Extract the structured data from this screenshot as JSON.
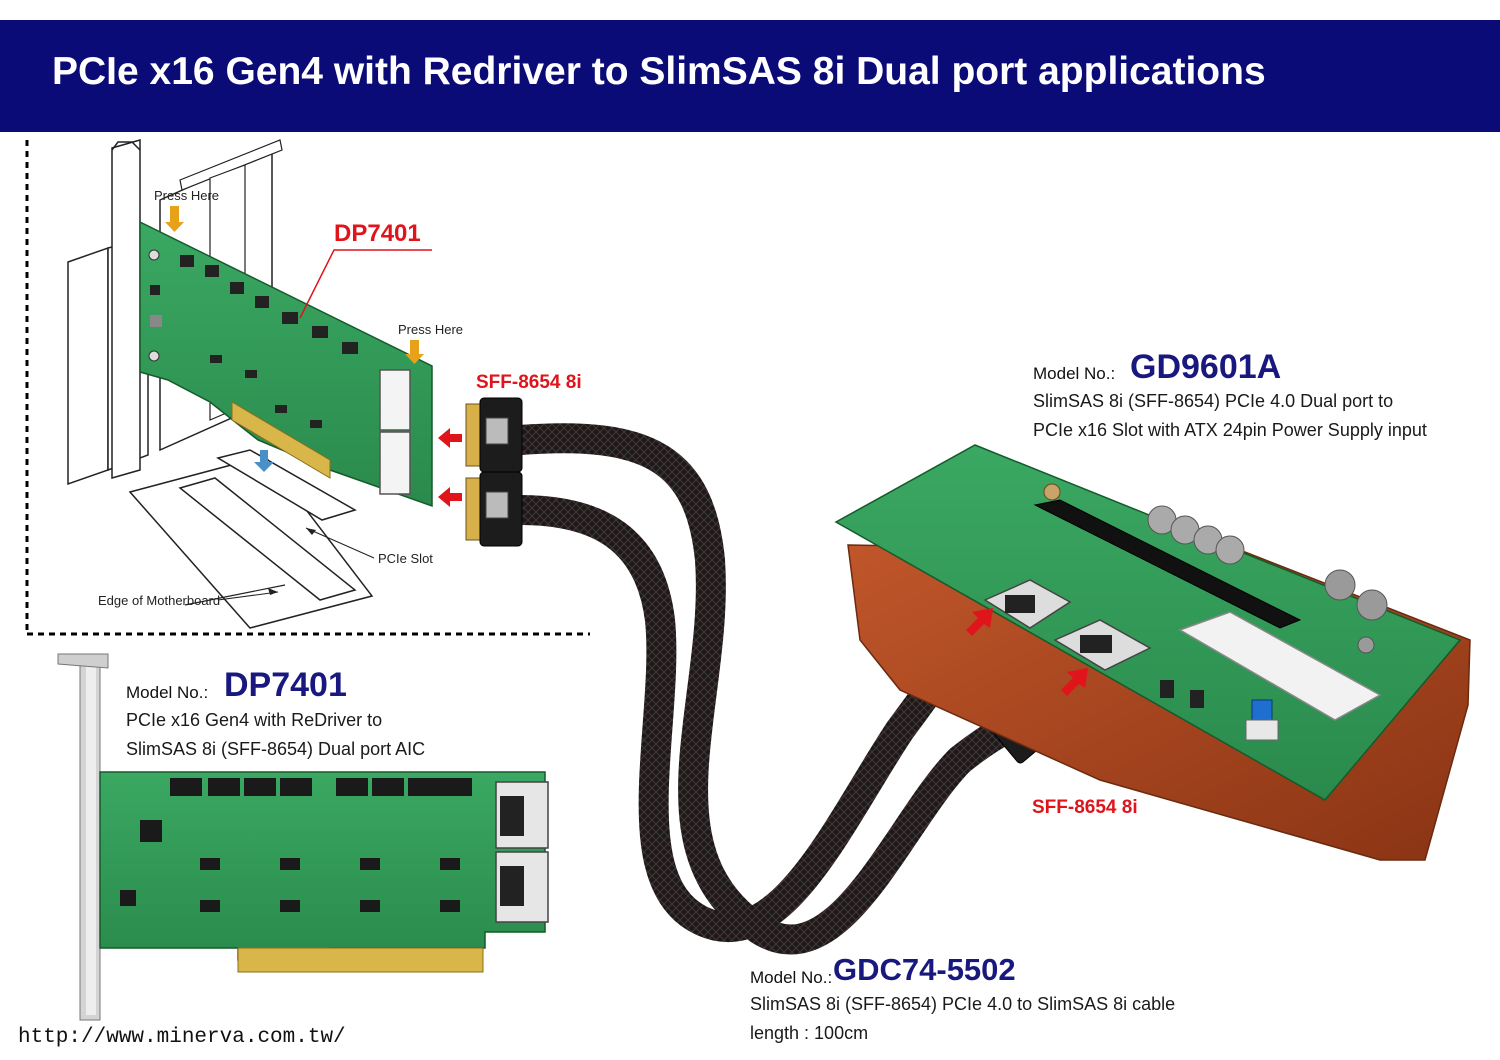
{
  "title": "PCIe x16 Gen4 with Redriver to SlimSAS 8i Dual port  applications",
  "card_diagram": {
    "label": "DP7401",
    "press_here_top": "Press Here",
    "press_here_right": "Press Here",
    "pcie_slot": "PCIe Slot",
    "edge_of_motherboard": "Edge of Motherboard"
  },
  "connector_label_left": "SFF-8654 8i",
  "connector_label_right": "SFF-8654 8i",
  "product_dp7401": {
    "model_label": "Model No.:",
    "model_code": "DP7401",
    "description_line1": "PCIe x16 Gen4 with ReDriver to",
    "description_line2": "SlimSAS 8i (SFF-8654) Dual port AIC"
  },
  "product_gd9601a": {
    "model_label": "Model No.:",
    "model_code": "GD9601A",
    "description_line1": "SlimSAS 8i (SFF-8654) PCIe 4.0 Dual port to",
    "description_line2": "PCIe x16 Slot with ATX 24pin Power Supply input"
  },
  "product_gdc74": {
    "model_label": "Model No.:",
    "model_code": "GDC74-5502",
    "description_line1": "SlimSAS 8i (SFF-8654) PCIe 4.0 to SlimSAS 8i cable",
    "description_line2": "length : 100cm"
  },
  "website": "http://www.minerva.com.tw/",
  "colors": {
    "banner": "#0b0b78",
    "pcb_green": "#2f9a55",
    "accent_red": "#e0141b",
    "model_code": "#18187e"
  }
}
